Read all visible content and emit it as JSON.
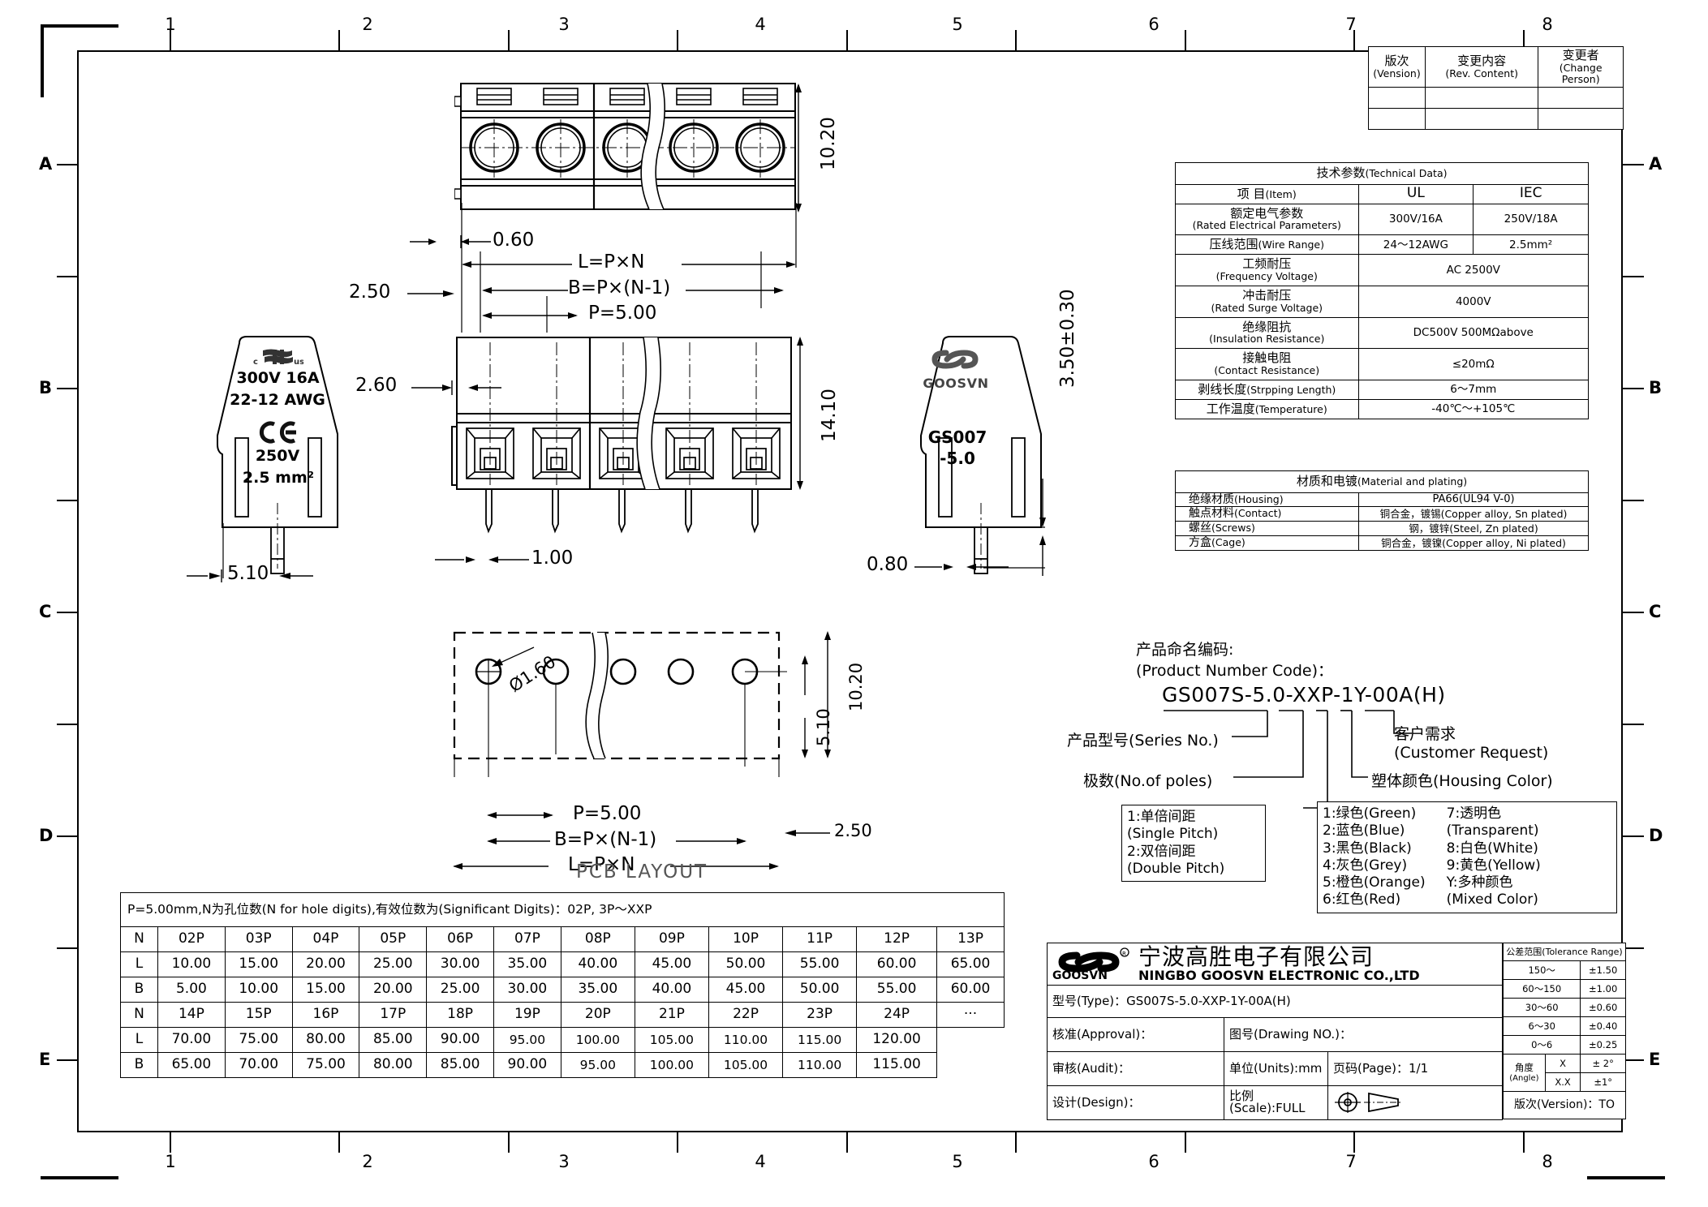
{
  "sheet": {
    "ruler_numbers_top": [
      "1",
      "2",
      "3",
      "4",
      "5",
      "6",
      "7",
      "8"
    ],
    "ruler_numbers_bottom": [
      "1",
      "2",
      "3",
      "4",
      "5",
      "6",
      "7",
      "8"
    ],
    "ruler_letters_left": [
      "A",
      "B",
      "C",
      "D",
      "E"
    ],
    "ruler_letters_right": [
      "A",
      "B",
      "C",
      "D",
      "E"
    ]
  },
  "revision_table": {
    "headers": [
      {
        "cn": "版次",
        "en": "(Vension)"
      },
      {
        "cn": "变更内容",
        "en": "(Rev. Content)"
      },
      {
        "cn": "变更者",
        "en": "(Change Person)"
      }
    ],
    "rows": [
      [
        "",
        "",
        ""
      ],
      [
        "",
        "",
        ""
      ]
    ]
  },
  "technical_data": {
    "title_cn": "技术参数",
    "title_en": "(Technical Data)",
    "col_item_cn": "项  目",
    "col_item_en": "(Item)",
    "col_ul": "UL",
    "col_iec": "IEC",
    "rows": [
      {
        "cn": "额定电气参数",
        "en": "(Rated Electrical Parameters)",
        "ul": "300V/16A",
        "iec": "250V/18A",
        "span": false
      },
      {
        "cn": "压线范围",
        "en": "(Wire Range)",
        "ul": "24～12AWG",
        "iec": "2.5mm²",
        "span": false,
        "inline": true
      },
      {
        "cn": "工频耐压",
        "en": "(Frequency Voltage)",
        "value": "AC 2500V",
        "span": true
      },
      {
        "cn": "冲击耐压",
        "en": "(Rated Surge Voltage)",
        "value": "4000V",
        "span": true
      },
      {
        "cn": "绝缘阻抗",
        "en": "(Insulation Resistance)",
        "value": "DC500V 500MΩabove",
        "span": true
      },
      {
        "cn": "接触电阻",
        "en": "(Contact Resistance)",
        "value": "≤20mΩ",
        "span": true
      },
      {
        "cn": "剥线长度",
        "en": "(Strpping Length)",
        "value": "6～7mm",
        "span": true,
        "inline": true
      },
      {
        "cn": "工作温度",
        "en": "(Temperature)",
        "value": "-40℃～+105℃",
        "span": true,
        "inline": true
      }
    ]
  },
  "material_table": {
    "title_cn": "材质和电镀",
    "title_en": "(Material and plating)",
    "rows": [
      {
        "cn": "绝缘材质",
        "en": "(Housing)",
        "value": "PA66(UL94 V-0)"
      },
      {
        "cn": "触点材料",
        "en": "(Contact)",
        "value": "铜合金，镀锡(Copper alloy, Sn plated)"
      },
      {
        "cn": "螺丝",
        "en": "(Screws)",
        "value": "钢，镀锌(Steel, Zn plated)"
      },
      {
        "cn": "方盒",
        "en": "(Cage)",
        "value": "铜合金，镀镍(Copper alloy, Ni plated)"
      }
    ]
  },
  "product_code": {
    "heading_cn": "产品命名编码:",
    "heading_en": "(Product Number Code)：",
    "code": "GS007S-5.0-XXP-1Y-00A(H)",
    "label_series": "产品型号(Series No.)",
    "label_poles": "极数(No.of poles)",
    "label_customer_cn": "客户需求",
    "label_customer_en": "(Customer Request)",
    "label_housing_color": "塑体颜色(Housing Color)",
    "pitch_box": [
      "1:单倍间距",
      " (Single Pitch)",
      "2:双倍间距",
      " (Double Pitch)"
    ],
    "color_box_left": [
      "1:绿色(Green)",
      "2:蓝色(Blue)",
      "3:黑色(Black)",
      "4:灰色(Grey)",
      "5:橙色(Orange)",
      "6:红色(Red)"
    ],
    "color_box_right": [
      "7:透明色",
      "  (Transparent)",
      "8:白色(White)",
      "9:黄色(Yellow)",
      "Y:多种颜色",
      "  (Mixed Color)"
    ]
  },
  "dimension_table": {
    "header": "P=5.00mm,N为孔位数(N for hole digits),有效位数为(Significant Digits)：02P, 3P～XXP",
    "block1": {
      "N": [
        "N",
        "02P",
        "03P",
        "04P",
        "05P",
        "06P",
        "07P",
        "08P",
        "09P",
        "10P",
        "11P",
        "12P",
        "13P"
      ],
      "L": [
        "L",
        "10.00",
        "15.00",
        "20.00",
        "25.00",
        "30.00",
        "35.00",
        "40.00",
        "45.00",
        "50.00",
        "55.00",
        "60.00",
        "65.00"
      ],
      "B": [
        "B",
        "5.00",
        "10.00",
        "15.00",
        "20.00",
        "25.00",
        "30.00",
        "35.00",
        "40.00",
        "45.00",
        "50.00",
        "55.00",
        "60.00"
      ]
    },
    "block2": {
      "N": [
        "N",
        "14P",
        "15P",
        "16P",
        "17P",
        "18P",
        "19P",
        "20P",
        "21P",
        "22P",
        "23P",
        "24P",
        "···"
      ],
      "L": [
        "L",
        "70.00",
        "75.00",
        "80.00",
        "85.00",
        "90.00",
        "95.00",
        "100.00",
        "105.00",
        "110.00",
        "115.00",
        "120.00",
        ""
      ],
      "B": [
        "B",
        "65.00",
        "70.00",
        "75.00",
        "80.00",
        "85.00",
        "90.00",
        "95.00",
        "100.00",
        "105.00",
        "110.00",
        "115.00",
        ""
      ]
    }
  },
  "title_block": {
    "logo_text": "GOOSVN",
    "company_cn": "宁波高胜电子有限公司",
    "company_en": "NINGBO GOOSVN ELECTRONIC CO.,LTD",
    "type_label": "型号(Type)：",
    "type_value": "GS007S-5.0-XXP-1Y-00A(H)",
    "approval": "核准(Approval)：",
    "drawing_no": "图号(Drawing NO.)：",
    "audit": "审核(Audit)：",
    "units": "单位(Units):mm",
    "page": "页码(Page)：1/1",
    "design": "设计(Design)：",
    "scale": "比例(Scale):FULL"
  },
  "tolerance_table": {
    "title_cn": "公差范围",
    "title_en": "(Tolerance Range)",
    "rows": [
      [
        "150～",
        "±1.50"
      ],
      [
        "60～150",
        "±1.00"
      ],
      [
        "30～60",
        "±0.60"
      ],
      [
        "6～30",
        "±0.40"
      ],
      [
        "0～6",
        "±0.25"
      ]
    ],
    "angle_cn": "角度",
    "angle_en": "(Angle)",
    "angle_rows": [
      [
        "X",
        "± 2°"
      ],
      [
        "X.X",
        "±1°"
      ]
    ],
    "version_label": "版次(Version)：",
    "version_value": "TO"
  },
  "views": {
    "top_view": {
      "dim_height": "10.20",
      "dim_wall": "0.60",
      "dim_L": "L=P×N",
      "dim_B": "B=P×(N-1)",
      "dim_P": "P=5.00"
    },
    "front_view": {
      "dim_height": "14.10",
      "dim_edge": "2.50",
      "dim_screw": "2.60",
      "dim_pin": "1.00"
    },
    "left_side_view": {
      "ul_mark": "c       us",
      "rating1": "300V 16A",
      "rating2": "22-12 AWG",
      "ce_mark": "CE",
      "rating3": "250V",
      "rating4": "2.5 mm²",
      "dim_width": "5.10"
    },
    "right_side_view": {
      "brand": "GOOSVN",
      "model1": "GS007",
      "model2": "-5.0",
      "dim_height": "3.50±0.30",
      "dim_pin": "0.80"
    },
    "pcb_layout": {
      "caption": "PCB LAYOUT",
      "dim_hole": "Ø1.60",
      "dim_P": "P=5.00",
      "dim_B": "B=P×(N-1)",
      "dim_L": "L=P×N",
      "dim_10_20": "10.20",
      "dim_5_10": "5.10",
      "dim_2_50": "2.50"
    }
  }
}
